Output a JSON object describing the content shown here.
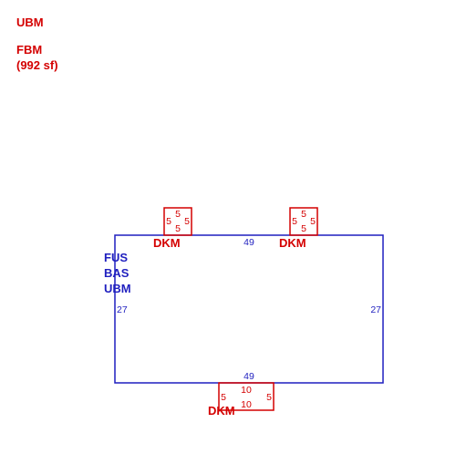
{
  "colors": {
    "main": "#1f1fbf",
    "addition": "#d40000"
  },
  "legend": {
    "line1": "UBM",
    "line2": "FBM",
    "line3": "(992 sf)"
  },
  "main_area": {
    "codes": [
      "FUS",
      "BAS",
      "UBM"
    ],
    "dim_top": "49",
    "dim_bottom": "49",
    "dim_left": "27",
    "dim_right": "27"
  },
  "additions": {
    "left_top": {
      "label": "DKM",
      "dim_top": "5",
      "dim_bottom": "5",
      "dim_left": "5",
      "dim_right": "5"
    },
    "right_top": {
      "label": "DKM",
      "dim_top": "5",
      "dim_bottom": "5",
      "dim_left": "5",
      "dim_right": "5"
    },
    "bottom": {
      "label": "DKM",
      "dim_top": "10",
      "dim_bottom": "10",
      "dim_left": "5",
      "dim_right": "5"
    }
  }
}
